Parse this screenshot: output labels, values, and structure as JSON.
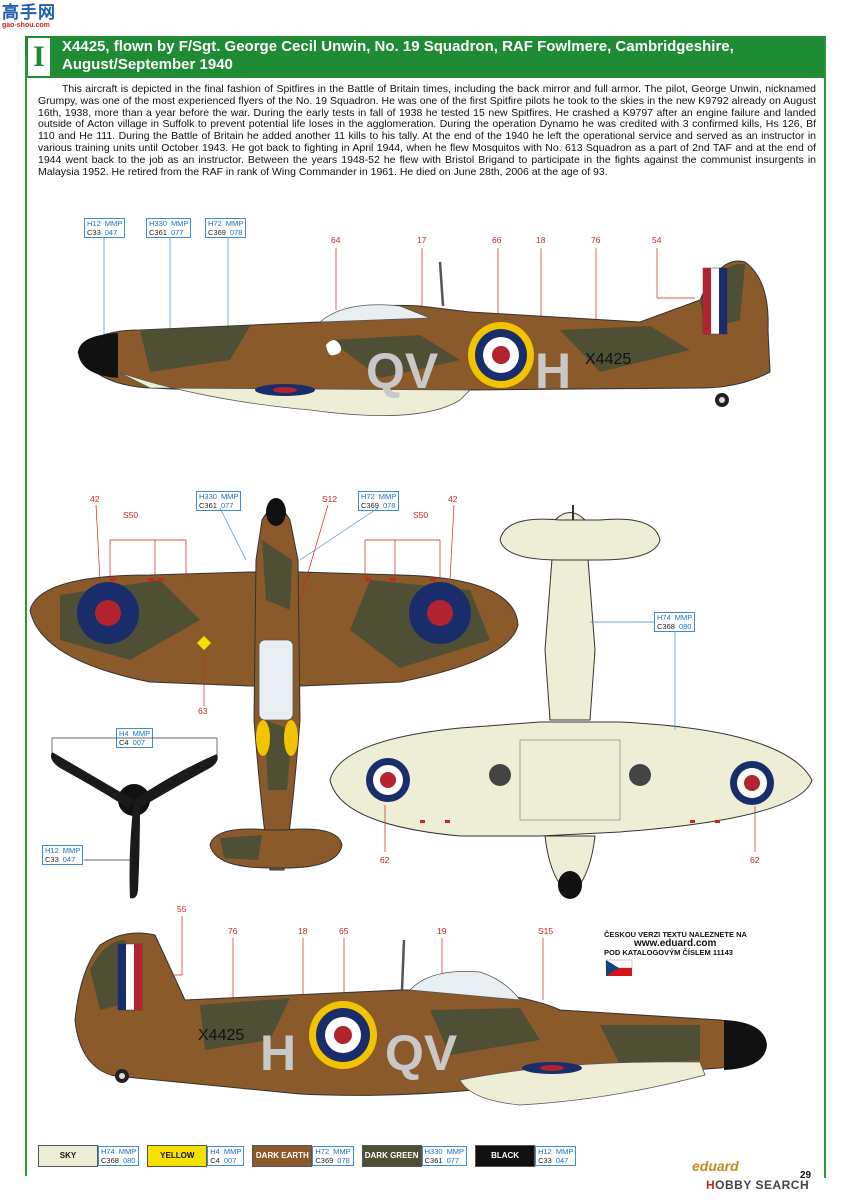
{
  "site": {
    "logo_cn": "高手网",
    "logo_url": "gao-shou.com"
  },
  "header": {
    "profile_number": "I",
    "title": "X4425, flown by F/Sgt. George Cecil Unwin, No. 19 Squadron, RAF Fowlmere, Cambridgeshire, August/September 1940"
  },
  "bio": "This aircraft is depicted in the final fashion of Spitfires in the Battle of Britain times, including the back mirror and full armor. The pilot, George Unwin, nicknamed Grumpy, was one of the most experienced flyers of the No. 19 Squadron. He was one of the first Spitfire pilots he took to the skies in the new K9792 already on August 16th, 1938, more than a year before the war. During the early tests in fall of 1938 he tested 15 new Spitfires. He crashed a K9797 after an engine failure and landed outside of Acton village in Suffolk to prevent potential life loses in the agglomeration. During the operation Dynamo he was credited with 3 confirmed kills, Hs 126, Bf 110 and He 111. During the Battle of Britain he added another 11 kills to his tally. At the end of the 1940 he left the operational service and served as an instructor in various training units until October 1943. He got back to fighting in April 1944, when he flew Mosquitos with No. 613 Squadron as a part of 2nd TAF and at the end of 1944 went back to the job as an instructor. Between the years 1948-52 he flew with Bristol Brigand to participate in the fights against the communist insurgents in Malaysia 1952. He retired from the RAF in rank of Wing Commander in 1961. He died on June 28th, 2006 at the age of 93.",
  "paint_codes": {
    "h12": {
      "h": "H12",
      "mmp": "MMP",
      "c": "C33",
      "n": "047"
    },
    "h330": {
      "h": "H330",
      "mmp": "MMP",
      "c": "C361",
      "n": "077"
    },
    "h72": {
      "h": "H72",
      "mmp": "MMP",
      "c": "C369",
      "n": "078"
    },
    "h74": {
      "h": "H74",
      "mmp": "MMP",
      "c": "C368",
      "n": "080"
    },
    "h4": {
      "h": "H4",
      "mmp": "MMP",
      "c": "C4",
      "n": "007"
    }
  },
  "callouts": {
    "n64": "64",
    "n17": "17",
    "n66": "66",
    "n18": "18",
    "n76": "76",
    "n54": "54",
    "n42": "42",
    "s50": "S50",
    "s12": "S12",
    "n63": "63",
    "n62": "62",
    "n55": "55",
    "n65": "65",
    "n19": "19",
    "s15": "S15"
  },
  "aircraft": {
    "serial": "X4425",
    "code_left": "QV",
    "code_right": "H",
    "colors": {
      "dark_earth": "#8a5a2b",
      "dark_green": "#5a5a3a",
      "sky": "#e6e6c8",
      "yellow": "#f2c400",
      "roundel_blue": "#1a2d6b",
      "roundel_red": "#b2232f"
    }
  },
  "czech_note": {
    "line1": "ČESKOU VERZI TEXTU NALEZNETE NA",
    "web": "www.eduard.com",
    "line3": "POD KATALOGOVÝM ČÍSLEM 11143"
  },
  "legend": [
    {
      "name": "SKY",
      "fill": "#eeeed6",
      "text_color": "#111",
      "h": "H74",
      "mmp": "MMP",
      "c": "C368",
      "n": "080"
    },
    {
      "name": "YELLOW",
      "fill": "#f5e000",
      "text_color": "#111",
      "h": "H4",
      "mmp": "MMP",
      "c": "C4",
      "n": "007"
    },
    {
      "name": "DARK EARTH",
      "fill": "#8a5a2b",
      "text_color": "#ffffff",
      "h": "H72",
      "mmp": "MMP",
      "c": "C369",
      "n": "078"
    },
    {
      "name": "DARK GREEN",
      "fill": "#4f4f35",
      "text_color": "#ffffff",
      "h": "H330",
      "mmp": "MMP",
      "c": "C361",
      "n": "077"
    },
    {
      "name": "BLACK",
      "fill": "#111111",
      "text_color": "#ffffff",
      "h": "H12",
      "mmp": "MMP",
      "c": "C33",
      "n": "047"
    }
  ],
  "footer": {
    "brand": "eduard",
    "page": "29",
    "watermark_a": "H",
    "watermark_b": "OBBY SEARCH"
  }
}
